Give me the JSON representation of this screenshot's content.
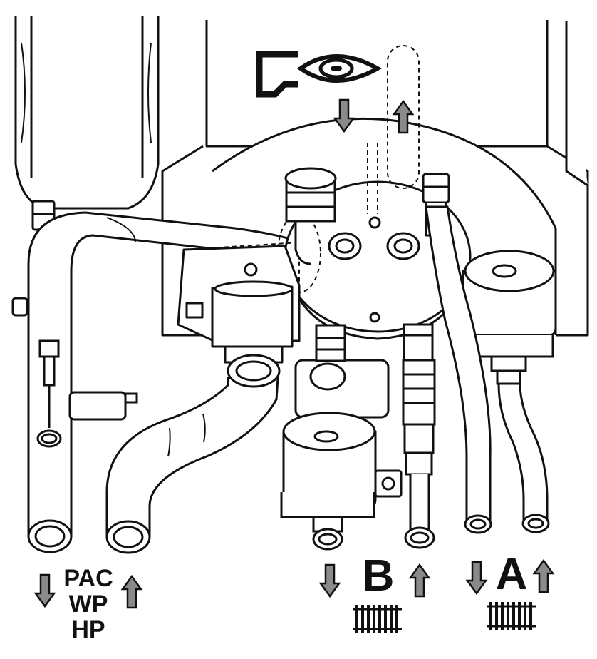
{
  "labels": {
    "line1": "PAC",
    "line2": "WP",
    "line3": "HP",
    "circuit_b": "B",
    "circuit_a": "A"
  },
  "icons": {
    "dhw_tap": "water-tap-icon",
    "dhw_eye": "eye-icon",
    "radiator": "radiator-icon",
    "flow_arrow_down": "arrow-down-icon",
    "flow_arrow_up": "arrow-up-icon"
  },
  "colors": {
    "line": "#111111",
    "arrow_fill": "#8a8a8a",
    "background": "#ffffff"
  }
}
